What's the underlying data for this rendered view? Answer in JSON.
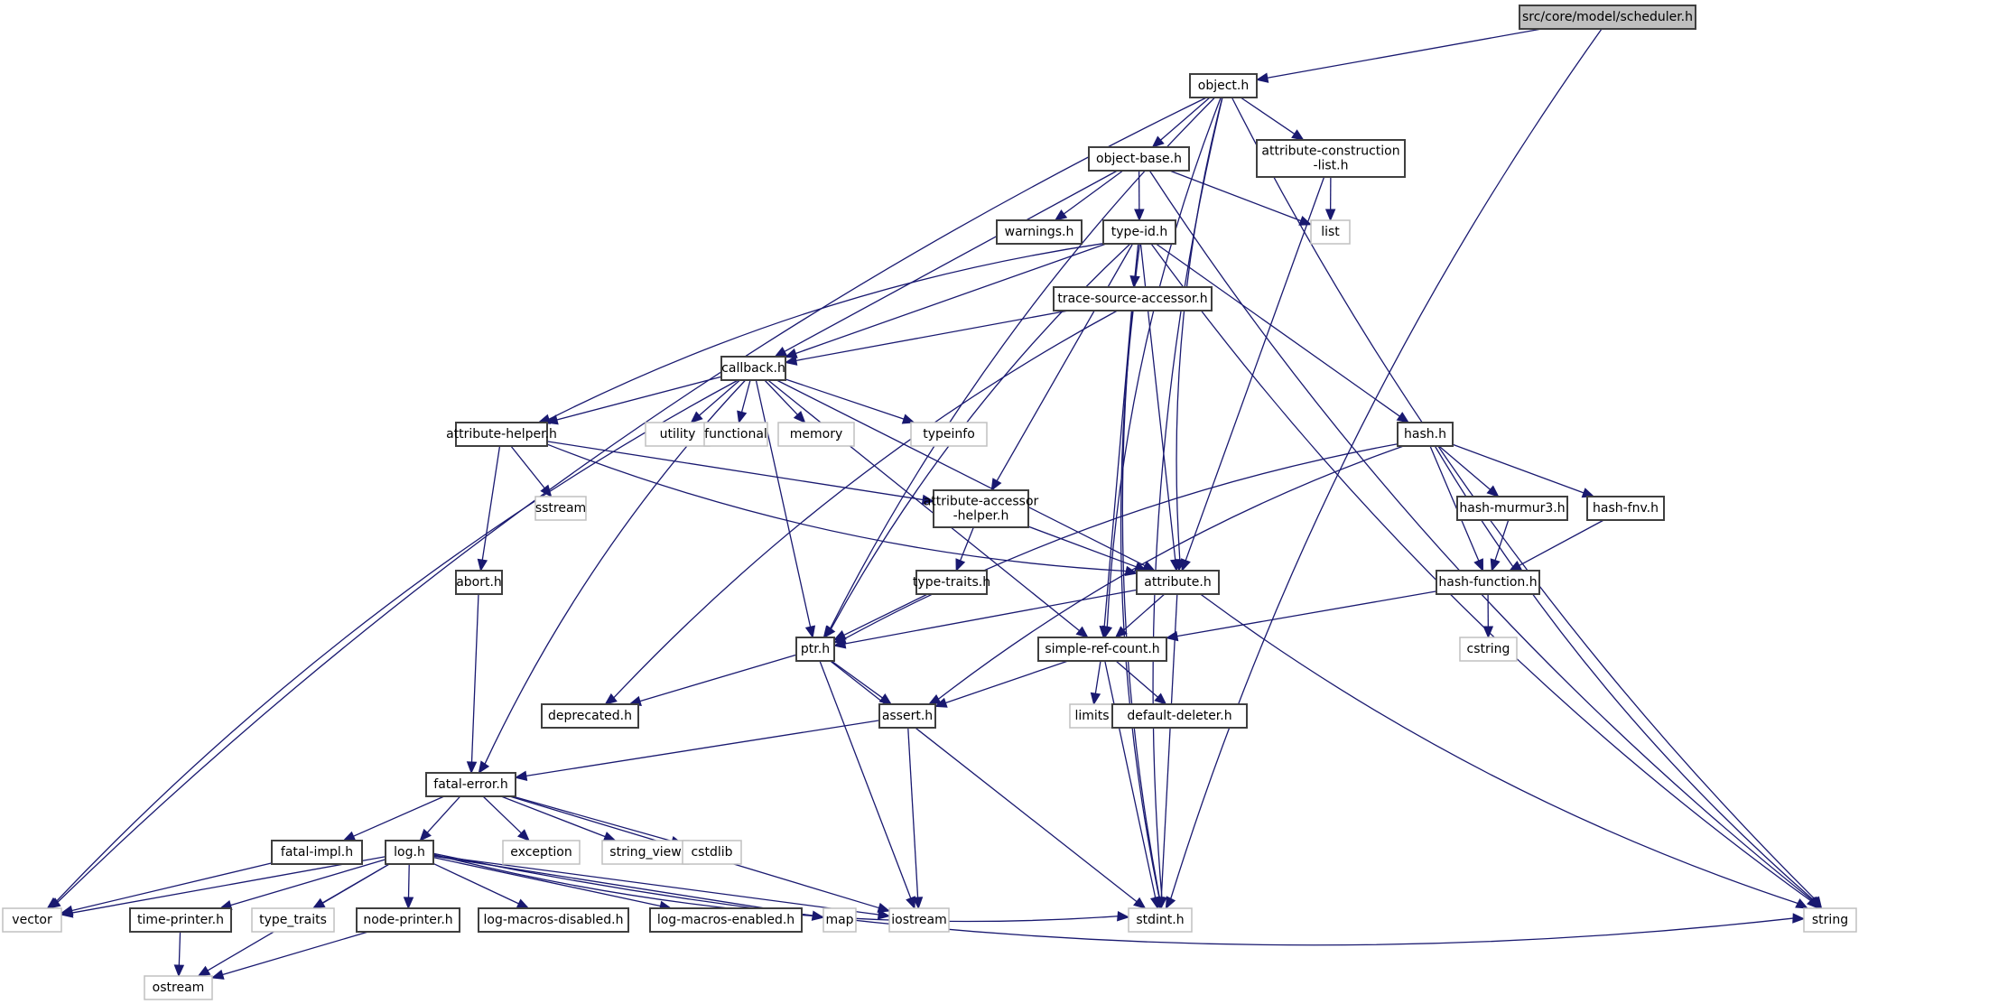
{
  "title": "src/core/model/scheduler.h",
  "colors": {
    "edge": "#191970",
    "root_fill": "#bfbfbf",
    "node_border": "#3f3f3f",
    "external_border": "#c0c0c0"
  },
  "nodes": [
    {
      "id": "scheduler",
      "label": "src/core/model/scheduler.h",
      "kind": "root"
    },
    {
      "id": "object",
      "label": "object.h",
      "kind": "internal"
    },
    {
      "id": "object_base",
      "label": "object-base.h",
      "kind": "internal"
    },
    {
      "id": "attr_cons_list",
      "label": "attribute-construction\n-list.h",
      "kind": "internal"
    },
    {
      "id": "list",
      "label": "list",
      "kind": "external"
    },
    {
      "id": "warnings",
      "label": "warnings.h",
      "kind": "internal"
    },
    {
      "id": "type_id",
      "label": "type-id.h",
      "kind": "internal"
    },
    {
      "id": "trace_src",
      "label": "trace-source-accessor.h",
      "kind": "internal"
    },
    {
      "id": "callback",
      "label": "callback.h",
      "kind": "internal"
    },
    {
      "id": "utility",
      "label": "utility",
      "kind": "external"
    },
    {
      "id": "functional",
      "label": "functional",
      "kind": "external"
    },
    {
      "id": "memory",
      "label": "memory",
      "kind": "external"
    },
    {
      "id": "typeinfo",
      "label": "typeinfo",
      "kind": "external"
    },
    {
      "id": "attr_helper",
      "label": "attribute-helper.h",
      "kind": "internal"
    },
    {
      "id": "sstream",
      "label": "sstream",
      "kind": "external"
    },
    {
      "id": "attr_acc_helper",
      "label": "attribute-accessor\n-helper.h",
      "kind": "internal"
    },
    {
      "id": "abort",
      "label": "abort.h",
      "kind": "internal"
    },
    {
      "id": "type_traits_h",
      "label": "type-traits.h",
      "kind": "internal"
    },
    {
      "id": "attribute",
      "label": "attribute.h",
      "kind": "internal"
    },
    {
      "id": "hash",
      "label": "hash.h",
      "kind": "internal"
    },
    {
      "id": "hash_murmur",
      "label": "hash-murmur3.h",
      "kind": "internal"
    },
    {
      "id": "hash_fnv",
      "label": "hash-fnv.h",
      "kind": "internal"
    },
    {
      "id": "hash_function",
      "label": "hash-function.h",
      "kind": "internal"
    },
    {
      "id": "cstring",
      "label": "cstring",
      "kind": "external"
    },
    {
      "id": "ptr",
      "label": "ptr.h",
      "kind": "internal"
    },
    {
      "id": "simple_ref",
      "label": "simple-ref-count.h",
      "kind": "internal"
    },
    {
      "id": "deprecated",
      "label": "deprecated.h",
      "kind": "internal"
    },
    {
      "id": "assert",
      "label": "assert.h",
      "kind": "internal"
    },
    {
      "id": "limits",
      "label": "limits",
      "kind": "external"
    },
    {
      "id": "default_deleter",
      "label": "default-deleter.h",
      "kind": "internal"
    },
    {
      "id": "fatal_error",
      "label": "fatal-error.h",
      "kind": "internal"
    },
    {
      "id": "fatal_impl",
      "label": "fatal-impl.h",
      "kind": "internal"
    },
    {
      "id": "log",
      "label": "log.h",
      "kind": "internal"
    },
    {
      "id": "exception",
      "label": "exception",
      "kind": "external"
    },
    {
      "id": "string_view",
      "label": "string_view",
      "kind": "external"
    },
    {
      "id": "cstdlib",
      "label": "cstdlib",
      "kind": "external"
    },
    {
      "id": "vector",
      "label": "vector",
      "kind": "external"
    },
    {
      "id": "time_printer",
      "label": "time-printer.h",
      "kind": "internal"
    },
    {
      "id": "type_traits",
      "label": "type_traits",
      "kind": "external"
    },
    {
      "id": "node_printer",
      "label": "node-printer.h",
      "kind": "internal"
    },
    {
      "id": "log_macros_disabled",
      "label": "log-macros-disabled.h",
      "kind": "internal"
    },
    {
      "id": "log_macros_enabled",
      "label": "log-macros-enabled.h",
      "kind": "internal"
    },
    {
      "id": "map",
      "label": "map",
      "kind": "external"
    },
    {
      "id": "iostream",
      "label": "iostream",
      "kind": "external"
    },
    {
      "id": "stdint",
      "label": "stdint.h",
      "kind": "external"
    },
    {
      "id": "string",
      "label": "string",
      "kind": "external"
    },
    {
      "id": "ostream",
      "label": "ostream",
      "kind": "external"
    }
  ],
  "edges": [
    [
      "scheduler",
      "object"
    ],
    [
      "scheduler",
      "stdint"
    ],
    [
      "object",
      "object_base"
    ],
    [
      "object",
      "attr_cons_list"
    ],
    [
      "object",
      "attribute"
    ],
    [
      "object",
      "ptr"
    ],
    [
      "object",
      "simple_ref"
    ],
    [
      "object",
      "vector"
    ],
    [
      "object",
      "string"
    ],
    [
      "object",
      "stdint"
    ],
    [
      "object_base",
      "warnings"
    ],
    [
      "object_base",
      "type_id"
    ],
    [
      "object_base",
      "list"
    ],
    [
      "object_base",
      "callback"
    ],
    [
      "object_base",
      "string"
    ],
    [
      "attr_cons_list",
      "list"
    ],
    [
      "attr_cons_list",
      "attribute"
    ],
    [
      "type_id",
      "trace_src"
    ],
    [
      "type_id",
      "callback"
    ],
    [
      "type_id",
      "attr_helper"
    ],
    [
      "type_id",
      "attr_acc_helper"
    ],
    [
      "type_id",
      "attribute"
    ],
    [
      "type_id",
      "hash"
    ],
    [
      "type_id",
      "ptr"
    ],
    [
      "type_id",
      "string"
    ],
    [
      "type_id",
      "stdint"
    ],
    [
      "trace_src",
      "callback"
    ],
    [
      "trace_src",
      "simple_ref"
    ],
    [
      "trace_src",
      "deprecated"
    ],
    [
      "trace_src",
      "stdint"
    ],
    [
      "callback",
      "utility"
    ],
    [
      "callback",
      "functional"
    ],
    [
      "callback",
      "memory"
    ],
    [
      "callback",
      "typeinfo"
    ],
    [
      "callback",
      "attr_helper"
    ],
    [
      "callback",
      "attribute"
    ],
    [
      "callback",
      "ptr"
    ],
    [
      "callback",
      "simple_ref"
    ],
    [
      "callback",
      "fatal_error"
    ],
    [
      "callback",
      "vector"
    ],
    [
      "attr_helper",
      "sstream"
    ],
    [
      "attr_helper",
      "abort"
    ],
    [
      "attr_helper",
      "attr_acc_helper"
    ],
    [
      "attr_helper",
      "attribute"
    ],
    [
      "attr_acc_helper",
      "type_traits_h"
    ],
    [
      "attr_acc_helper",
      "attribute"
    ],
    [
      "abort",
      "fatal_error"
    ],
    [
      "type_traits_h",
      "ptr"
    ],
    [
      "attribute",
      "ptr"
    ],
    [
      "attribute",
      "simple_ref"
    ],
    [
      "attribute",
      "string"
    ],
    [
      "attribute",
      "stdint"
    ],
    [
      "hash",
      "hash_murmur"
    ],
    [
      "hash",
      "hash_fnv"
    ],
    [
      "hash",
      "hash_function"
    ],
    [
      "hash",
      "assert"
    ],
    [
      "hash",
      "ptr"
    ],
    [
      "hash",
      "string"
    ],
    [
      "hash_murmur",
      "hash_function"
    ],
    [
      "hash_fnv",
      "hash_function"
    ],
    [
      "hash_function",
      "cstring"
    ],
    [
      "hash_function",
      "simple_ref"
    ],
    [
      "ptr",
      "deprecated"
    ],
    [
      "ptr",
      "assert"
    ],
    [
      "ptr",
      "iostream"
    ],
    [
      "ptr",
      "stdint"
    ],
    [
      "simple_ref",
      "assert"
    ],
    [
      "simple_ref",
      "limits"
    ],
    [
      "simple_ref",
      "default_deleter"
    ],
    [
      "simple_ref",
      "stdint"
    ],
    [
      "assert",
      "fatal_error"
    ],
    [
      "assert",
      "iostream"
    ],
    [
      "fatal_error",
      "fatal_impl"
    ],
    [
      "fatal_error",
      "log"
    ],
    [
      "fatal_error",
      "exception"
    ],
    [
      "fatal_error",
      "string_view"
    ],
    [
      "fatal_error",
      "cstdlib"
    ],
    [
      "fatal_error",
      "iostream"
    ],
    [
      "fatal_impl",
      "vector"
    ],
    [
      "log",
      "vector"
    ],
    [
      "log",
      "time_printer"
    ],
    [
      "log",
      "type_traits"
    ],
    [
      "log",
      "node_printer"
    ],
    [
      "log",
      "log_macros_disabled"
    ],
    [
      "log",
      "log_macros_enabled"
    ],
    [
      "log",
      "map"
    ],
    [
      "log",
      "iostream"
    ],
    [
      "log",
      "stdint"
    ],
    [
      "log",
      "string"
    ],
    [
      "log",
      "ostream"
    ],
    [
      "time_printer",
      "ostream"
    ],
    [
      "node_printer",
      "ostream"
    ]
  ]
}
